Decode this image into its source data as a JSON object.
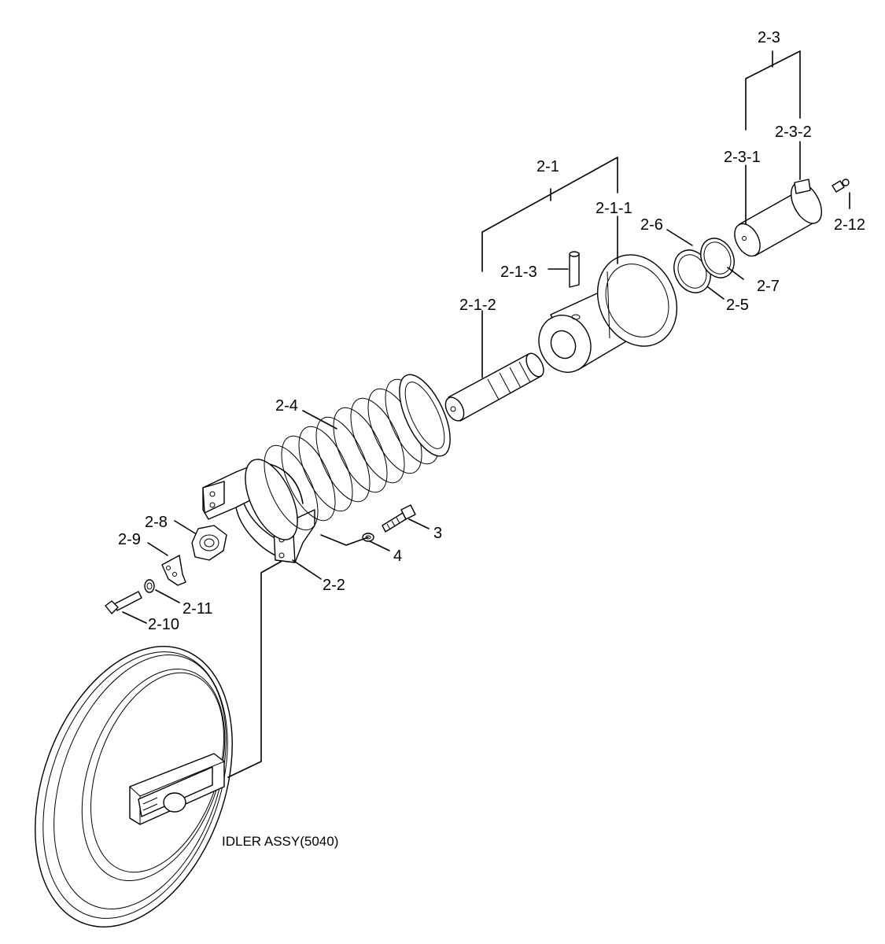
{
  "labels": {
    "p2_3": "2-3",
    "p2_3_2": "2-3-2",
    "p2_3_1": "2-3-1",
    "p2_12": "2-12",
    "p2_1": "2-1",
    "p2_1_1": "2-1-1",
    "p2_6": "2-6",
    "p2_7": "2-7",
    "p2_5": "2-5",
    "p2_1_3": "2-1-3",
    "p2_1_2": "2-1-2",
    "p2_4": "2-4",
    "p3": "3",
    "p4": "4",
    "p2_8": "2-8",
    "p2_9": "2-9",
    "p2_2": "2-2",
    "p2_11": "2-11",
    "p2_10": "2-10",
    "idler": "IDLER ASSY(5040)"
  },
  "colors": {
    "line": "#000000",
    "background": "#ffffff"
  }
}
